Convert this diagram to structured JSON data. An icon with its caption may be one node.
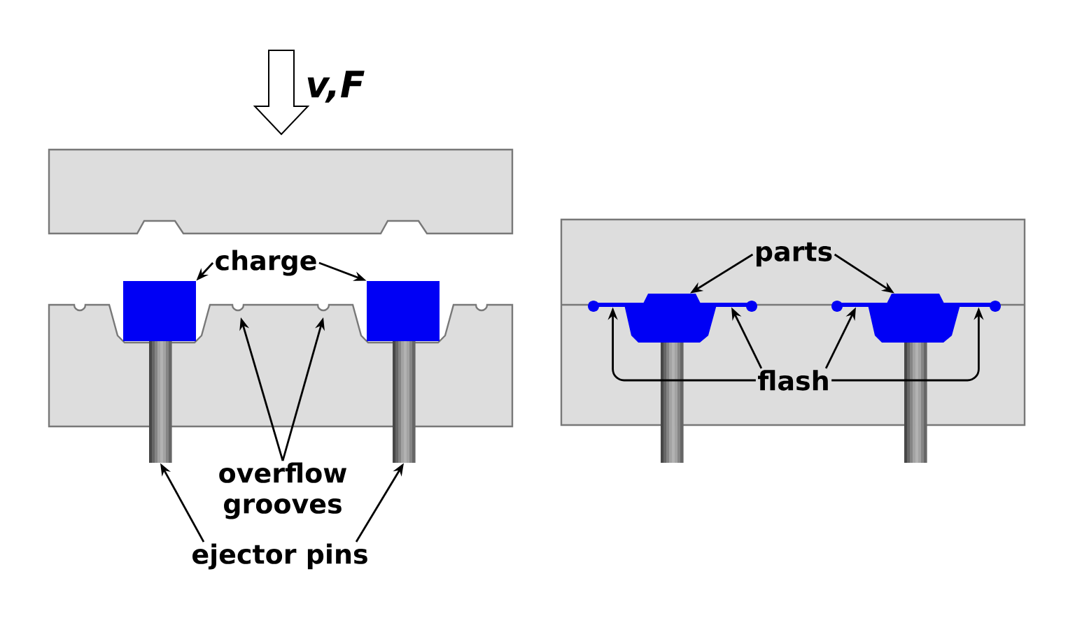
{
  "diagram": {
    "nodes": [
      {
        "text": [
          "charge"
        ]
      },
      {
        "text": [],
        "shape": "box"
      },
      {
        "text": [],
        "shape": "box"
      },
      {
        "text": [
          "overflow grooves"
        ]
      },
      {
        "text": [
          "ejector pins"
        ]
      },
      {
        "text": [],
        "shape": "cylinder"
      },
      {
        "text": [],
        "shape": "cylinder"
      },
      {
        "text": [
          "parts"
        ]
      },
      {
        "text": [],
        "shape": "trapezoid"
      },
      {
        "text": [],
        "shape": "trapezoid"
      },
      {
        "text": [
          "flash"
        ]
      },
      {
        "text": [],
        "shape": "bar"
      },
      {
        "text": [],
        "shape": "bar"
      }
    ],
    "edges": [
      {
        "from": 0,
        "to": 1,
        "arrow": "to"
      },
      {
        "from": 0,
        "to": 2,
        "arrow": "to"
      },
      {
        "from": 3,
        "to": null,
        "arrow": "to"
      },
      {
        "from": 3,
        "to": null,
        "arrow": "to"
      },
      {
        "from": 4,
        "to": 5,
        "arrow": "to"
      },
      {
        "from": 4,
        "to": 6,
        "arrow": "to"
      },
      {
        "from": 7,
        "to": 8,
        "arrow": "to"
      },
      {
        "from": 7,
        "to": 9,
        "arrow": "to"
      },
      {
        "from": 10,
        "to": 11,
        "arrow": "to"
      },
      {
        "from": 10,
        "to": 12,
        "arrow": "to"
      },
      {
        "from": 10,
        "to": 11,
        "arrow": "to"
      },
      {
        "from": 10,
        "to": 12,
        "arrow": "to"
      }
    ],
    "labels": [
      "v,F"
    ]
  }
}
